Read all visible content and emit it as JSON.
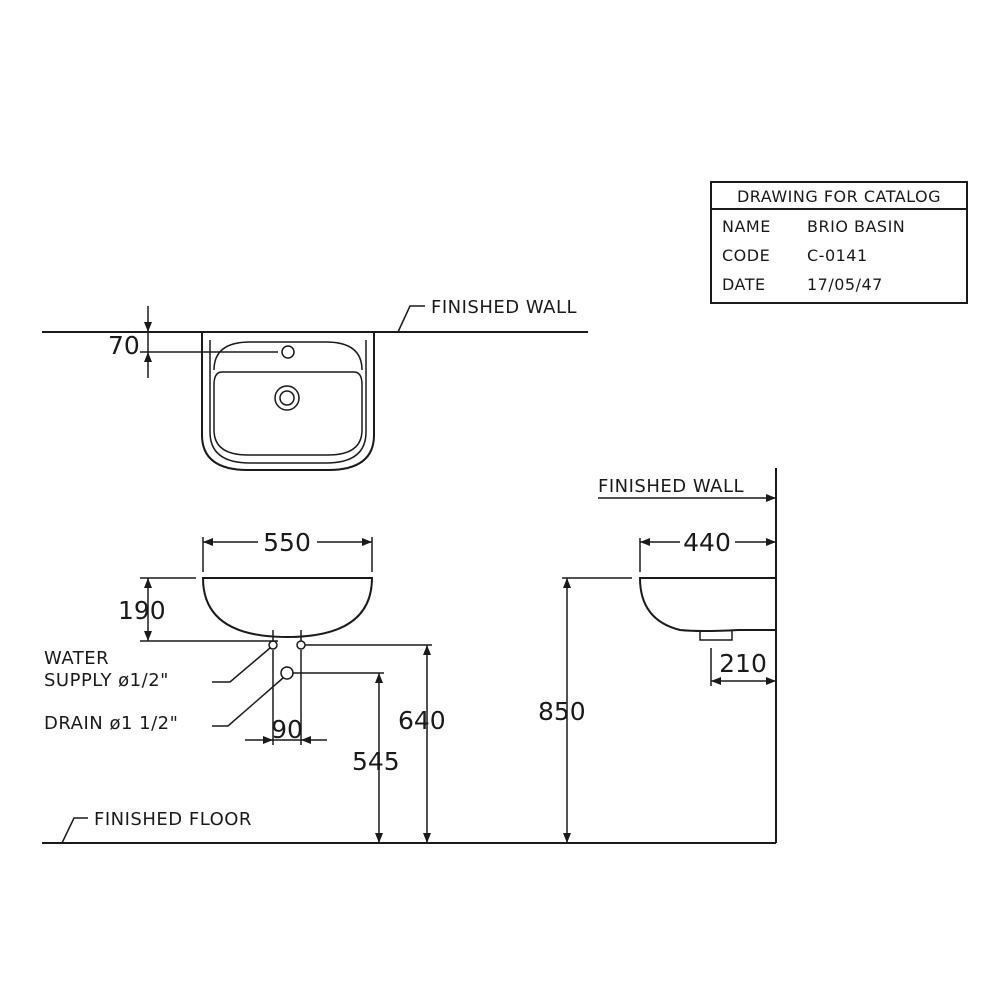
{
  "title_block": {
    "header": "DRAWING FOR CATALOG",
    "rows": [
      {
        "key": "NAME",
        "value": "BRIO BASIN"
      },
      {
        "key": "CODE",
        "value": "C-0141"
      },
      {
        "key": "DATE",
        "value": "17/05/47"
      }
    ]
  },
  "labels": {
    "finished_wall_top": "FINISHED WALL",
    "finished_wall_side": "FINISHED WALL",
    "finished_floor": "FINISHED FLOOR",
    "water_supply_line1": "WATER",
    "water_supply_line2": "SUPPLY ø1/2\"",
    "drain": "DRAIN ø1 1/2\""
  },
  "dimensions": {
    "tap_hole_offset": "70",
    "basin_width": "550",
    "basin_height": "190",
    "supply_spacing": "90",
    "drain_height": "545",
    "supply_height": "640",
    "rim_height": "850",
    "basin_depth": "440",
    "drain_offset": "210"
  },
  "colors": {
    "line": "#1a1a1a",
    "background": "#ffffff"
  }
}
